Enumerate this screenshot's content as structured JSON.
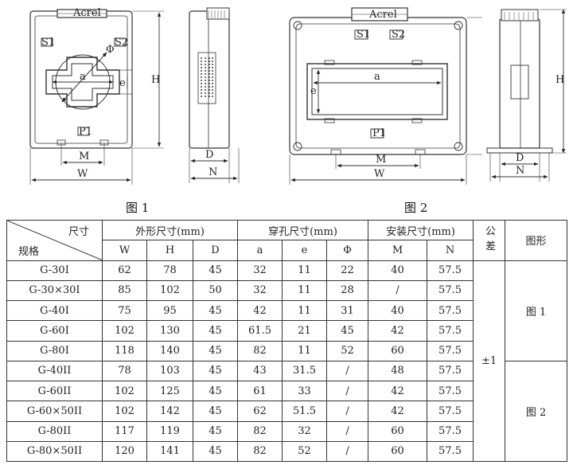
{
  "figures": {
    "fig1_caption": "图 1",
    "fig2_caption": "图 2",
    "fig1_front": {
      "brand": "Acrel",
      "s1": "S1",
      "s2": "S2",
      "p1": "P1",
      "a": "a",
      "e": "e",
      "phi": "Φ",
      "h": "H",
      "m": "M",
      "w": "W"
    },
    "fig1_side": {
      "d": "D",
      "n": "N"
    },
    "fig2_front": {
      "brand": "Acrel",
      "s1": "S1",
      "s2": "S2",
      "p1": "P1",
      "a": "a",
      "e": "e",
      "h": "H",
      "m": "M",
      "w": "W"
    },
    "fig2_side": {
      "d": "D",
      "n": "N"
    }
  },
  "table": {
    "corner_top": "尺寸",
    "corner_bottom": "规格",
    "group_outer": "外形尺寸(mm)",
    "group_hole": "穿孔尺寸(mm)",
    "group_mount": "安装尺寸(mm)",
    "tolerance_header": "公差",
    "figure_header": "图形",
    "col_w": "W",
    "col_h": "H",
    "col_d": "D",
    "col_a": "a",
    "col_e": "e",
    "col_phi": "Φ",
    "col_m": "M",
    "col_n": "N",
    "rows": [
      {
        "model": "G-30I",
        "w": "62",
        "h": "78",
        "d": "45",
        "a": "32",
        "e": "11",
        "phi": "22",
        "m": "40",
        "n": "57.5"
      },
      {
        "model": "G-30×30I",
        "w": "85",
        "h": "102",
        "d": "50",
        "a": "32",
        "e": "11",
        "phi": "28",
        "m": "/",
        "n": "57.5"
      },
      {
        "model": "G-40I",
        "w": "75",
        "h": "95",
        "d": "45",
        "a": "42",
        "e": "11",
        "phi": "31",
        "m": "40",
        "n": "57.5"
      },
      {
        "model": "G-60I",
        "w": "102",
        "h": "130",
        "d": "45",
        "a": "61.5",
        "e": "21",
        "phi": "45",
        "m": "42",
        "n": "57.5"
      },
      {
        "model": "G-80I",
        "w": "118",
        "h": "140",
        "d": "45",
        "a": "82",
        "e": "11",
        "phi": "52",
        "m": "60",
        "n": "57.5"
      },
      {
        "model": "G-40II",
        "w": "78",
        "h": "103",
        "d": "45",
        "a": "43",
        "e": "31.5",
        "phi": "/",
        "m": "48",
        "n": "57.5"
      },
      {
        "model": "G-60II",
        "w": "102",
        "h": "125",
        "d": "45",
        "a": "61",
        "e": "33",
        "phi": "/",
        "m": "42",
        "n": "57.5"
      },
      {
        "model": "G-60×50II",
        "w": "102",
        "h": "142",
        "d": "45",
        "a": "62",
        "e": "51.5",
        "phi": "/",
        "m": "42",
        "n": "57.5"
      },
      {
        "model": "G-80II",
        "w": "117",
        "h": "119",
        "d": "45",
        "a": "82",
        "e": "32",
        "phi": "/",
        "m": "60",
        "n": "57.5"
      },
      {
        "model": "G-80×50II",
        "w": "120",
        "h": "141",
        "d": "45",
        "a": "82",
        "e": "52",
        "phi": "/",
        "m": "60",
        "n": "57.5"
      }
    ],
    "tolerance": "±1",
    "figure_group_1": "图 1",
    "figure_group_2": "图 2"
  }
}
